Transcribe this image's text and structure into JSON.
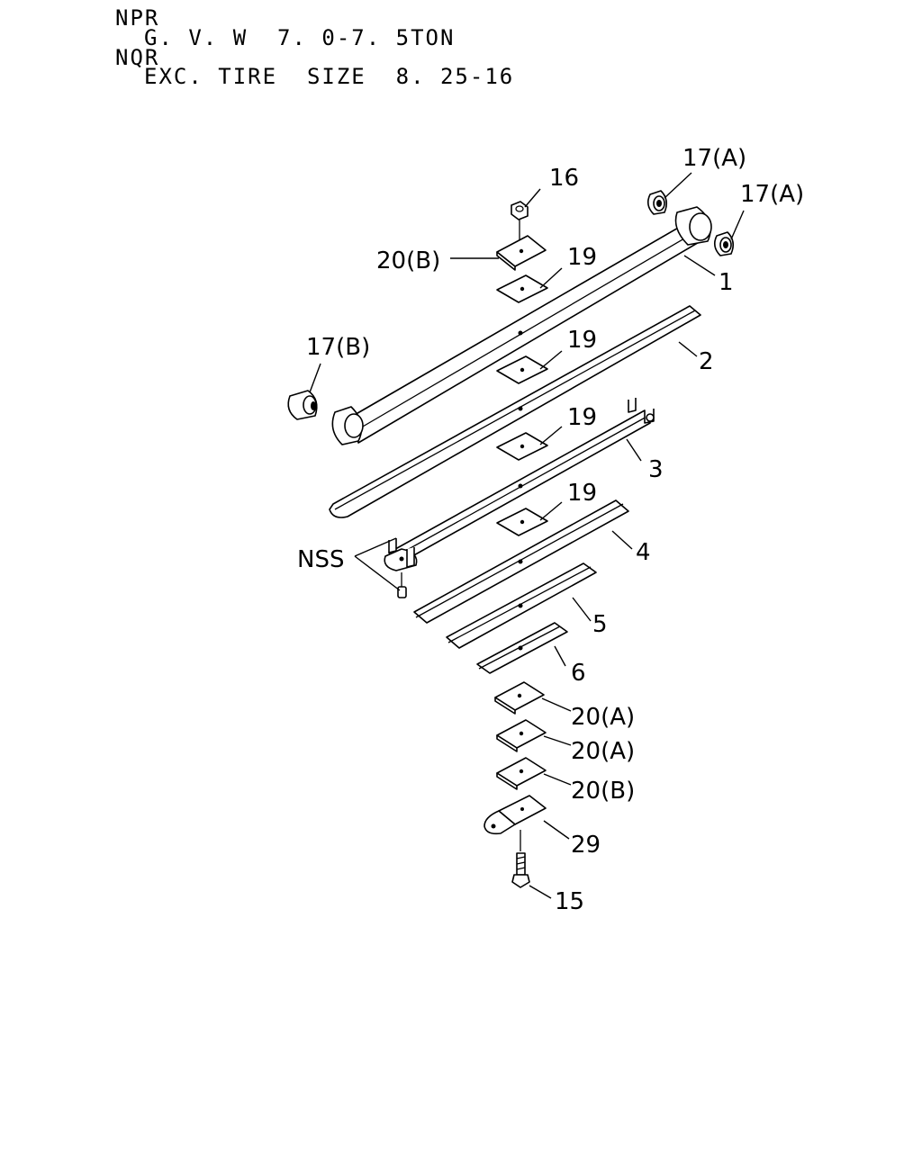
{
  "header": {
    "line1": "NPR",
    "line2": "G. V. W  7. 0-7. 5TON",
    "line3": "NQR",
    "line4": "EXC. TIRE  SIZE  8. 25-16"
  },
  "callouts": {
    "p16": "16",
    "p17a_1": "17(A)",
    "p17a_2": "17(A)",
    "p20b_top": "20(B)",
    "p19_1": "19",
    "p1": "1",
    "p17b": "17(B)",
    "p19_2": "19",
    "p2": "2",
    "p19_3": "19",
    "p3": "3",
    "p19_4": "19",
    "nss": "NSS",
    "p4": "4",
    "p5": "5",
    "p6": "6",
    "p20a_1": "20(A)",
    "p20a_2": "20(A)",
    "p20b_bottom": "20(B)",
    "p29": "29",
    "p15": "15"
  }
}
